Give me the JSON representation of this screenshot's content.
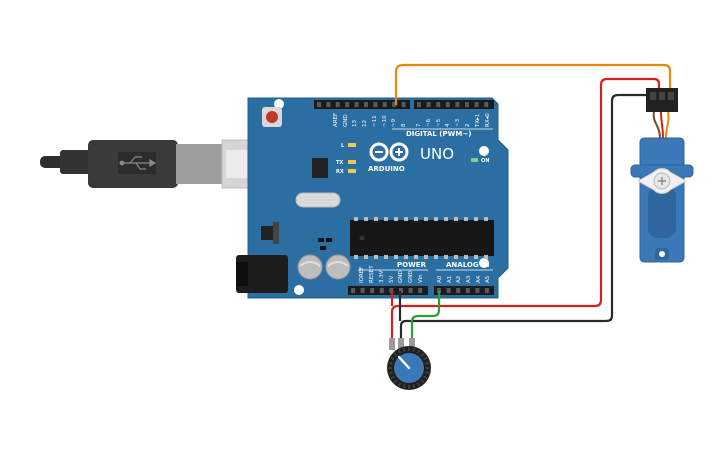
{
  "board": {
    "brand": "ARDUINO",
    "model": "UNO",
    "digital_label": "DIGITAL (PWM~)",
    "power_label": "POWER",
    "analog_label": "ANALOG IN",
    "on_label": "ON",
    "led_labels": {
      "l": "L",
      "tx": "TX",
      "rx": "RX"
    },
    "digital_pins": [
      "AREF",
      "GND",
      "13",
      "12",
      "~11",
      "~10",
      "~9",
      "8",
      "7",
      "~6",
      "~5",
      "4",
      "~3",
      "2",
      "TX▸1",
      "RX◂0"
    ],
    "power_pins": [
      "IOREF",
      "RESET",
      "3.3V",
      "5V",
      "GND",
      "GND",
      "Vin"
    ],
    "analog_pins": [
      "A0",
      "A1",
      "A2",
      "A3",
      "A4",
      "A5"
    ]
  },
  "colors": {
    "board": "#2b6ea1",
    "wire_signal": "#e8890c",
    "wire_power": "#d42020",
    "wire_ground": "#2a2a2a",
    "wire_analog": "#2e9e3a",
    "servo": "#3a78b8",
    "pot_knob": "#3a78b8"
  }
}
